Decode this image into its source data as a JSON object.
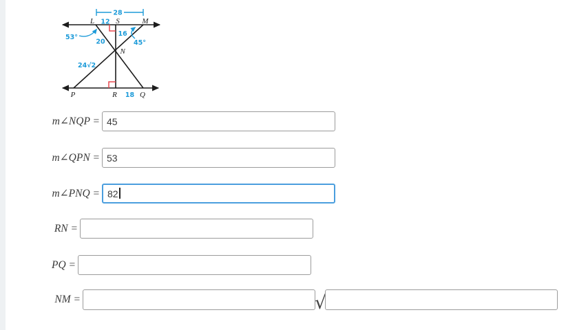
{
  "diagram": {
    "points": {
      "L": "L",
      "S": "S",
      "M": "M",
      "N": "N",
      "P": "P",
      "R": "R",
      "Q": "Q"
    },
    "measurements": {
      "LM": "28",
      "LS": "12",
      "SN": "16",
      "LN": "20",
      "RQ": "18",
      "PN": "24√2",
      "angle_L": "53°",
      "angle_M": "45°"
    },
    "colors": {
      "measure_blue": "#1d9bd9",
      "right_angle_red": "#e8484f",
      "line_black": "#1c1c1c"
    }
  },
  "form": {
    "rows": [
      {
        "label": "m∠NQP =",
        "value": "45"
      },
      {
        "label": "m∠QPN =",
        "value": "53"
      },
      {
        "label": "m∠PNQ =",
        "value": "82",
        "focused": true
      },
      {
        "label": "RN =",
        "value": ""
      },
      {
        "label": "PQ =",
        "value": ""
      },
      {
        "label": "NM =",
        "value": "",
        "radical": "√",
        "value2": ""
      }
    ]
  }
}
